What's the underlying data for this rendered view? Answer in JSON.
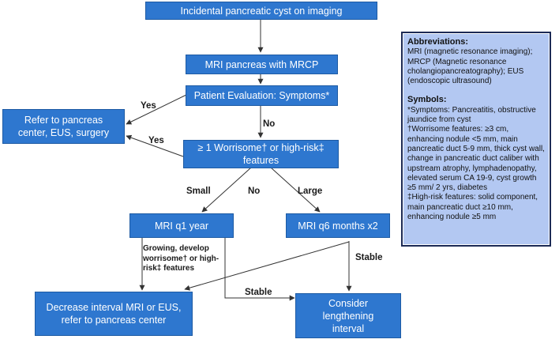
{
  "boxes": {
    "incidental": "Incidental pancreatic cyst on imaging",
    "mri_mrcp": "MRI pancreas with MRCP",
    "evaluation": "Patient Evaluation: Symptoms*",
    "refer": "Refer to pancreas center, EUS, surgery",
    "worrisome": "≥ 1 Worrisome† or high-risk‡ features",
    "mri_year": "MRI q1 year",
    "mri_6mo": "MRI q6 months x2",
    "decrease": "Decrease interval MRI or EUS, refer to pancreas center",
    "lengthen": "Consider lengthening interval"
  },
  "labels": {
    "yes1": "Yes",
    "yes2": "Yes",
    "no1": "No",
    "no2": "No",
    "small": "Small",
    "large": "Large",
    "growing": "Growing, develop worrisome† or high-risk‡ features",
    "stable1": "Stable",
    "stable2": "Stable"
  },
  "legend": {
    "abbrev_title": "Abbreviations",
    "abbrev_text": "MRI (magnetic resonance imaging); MRCP (Magnetic resonance cholangiopancreatography); EUS (endoscopic ultrasound)",
    "symbols_title": "Symbols",
    "symptoms": "*Symptoms: Pancreatitis, obstructive jaundice from cyst",
    "worrisome": "†Worrisome features: ≥3 cm, enhancing nodule <5 mm, main pancreatic duct 5-9 mm, thick cyst wall, change in pancreatic duct caliber with upstream atrophy, lymphadenopathy, elevated serum CA 19-9, cyst growth ≥5 mm/ 2 yrs, diabetes",
    "high_risk": "‡High-risk features: solid component, main pancreatic duct ≥10 mm, enhancing nodule ≥5 mm"
  },
  "colors": {
    "box_fill": "#2e77cf",
    "legend_fill": "#b3c8f2",
    "legend_border": "#1c2a55"
  }
}
